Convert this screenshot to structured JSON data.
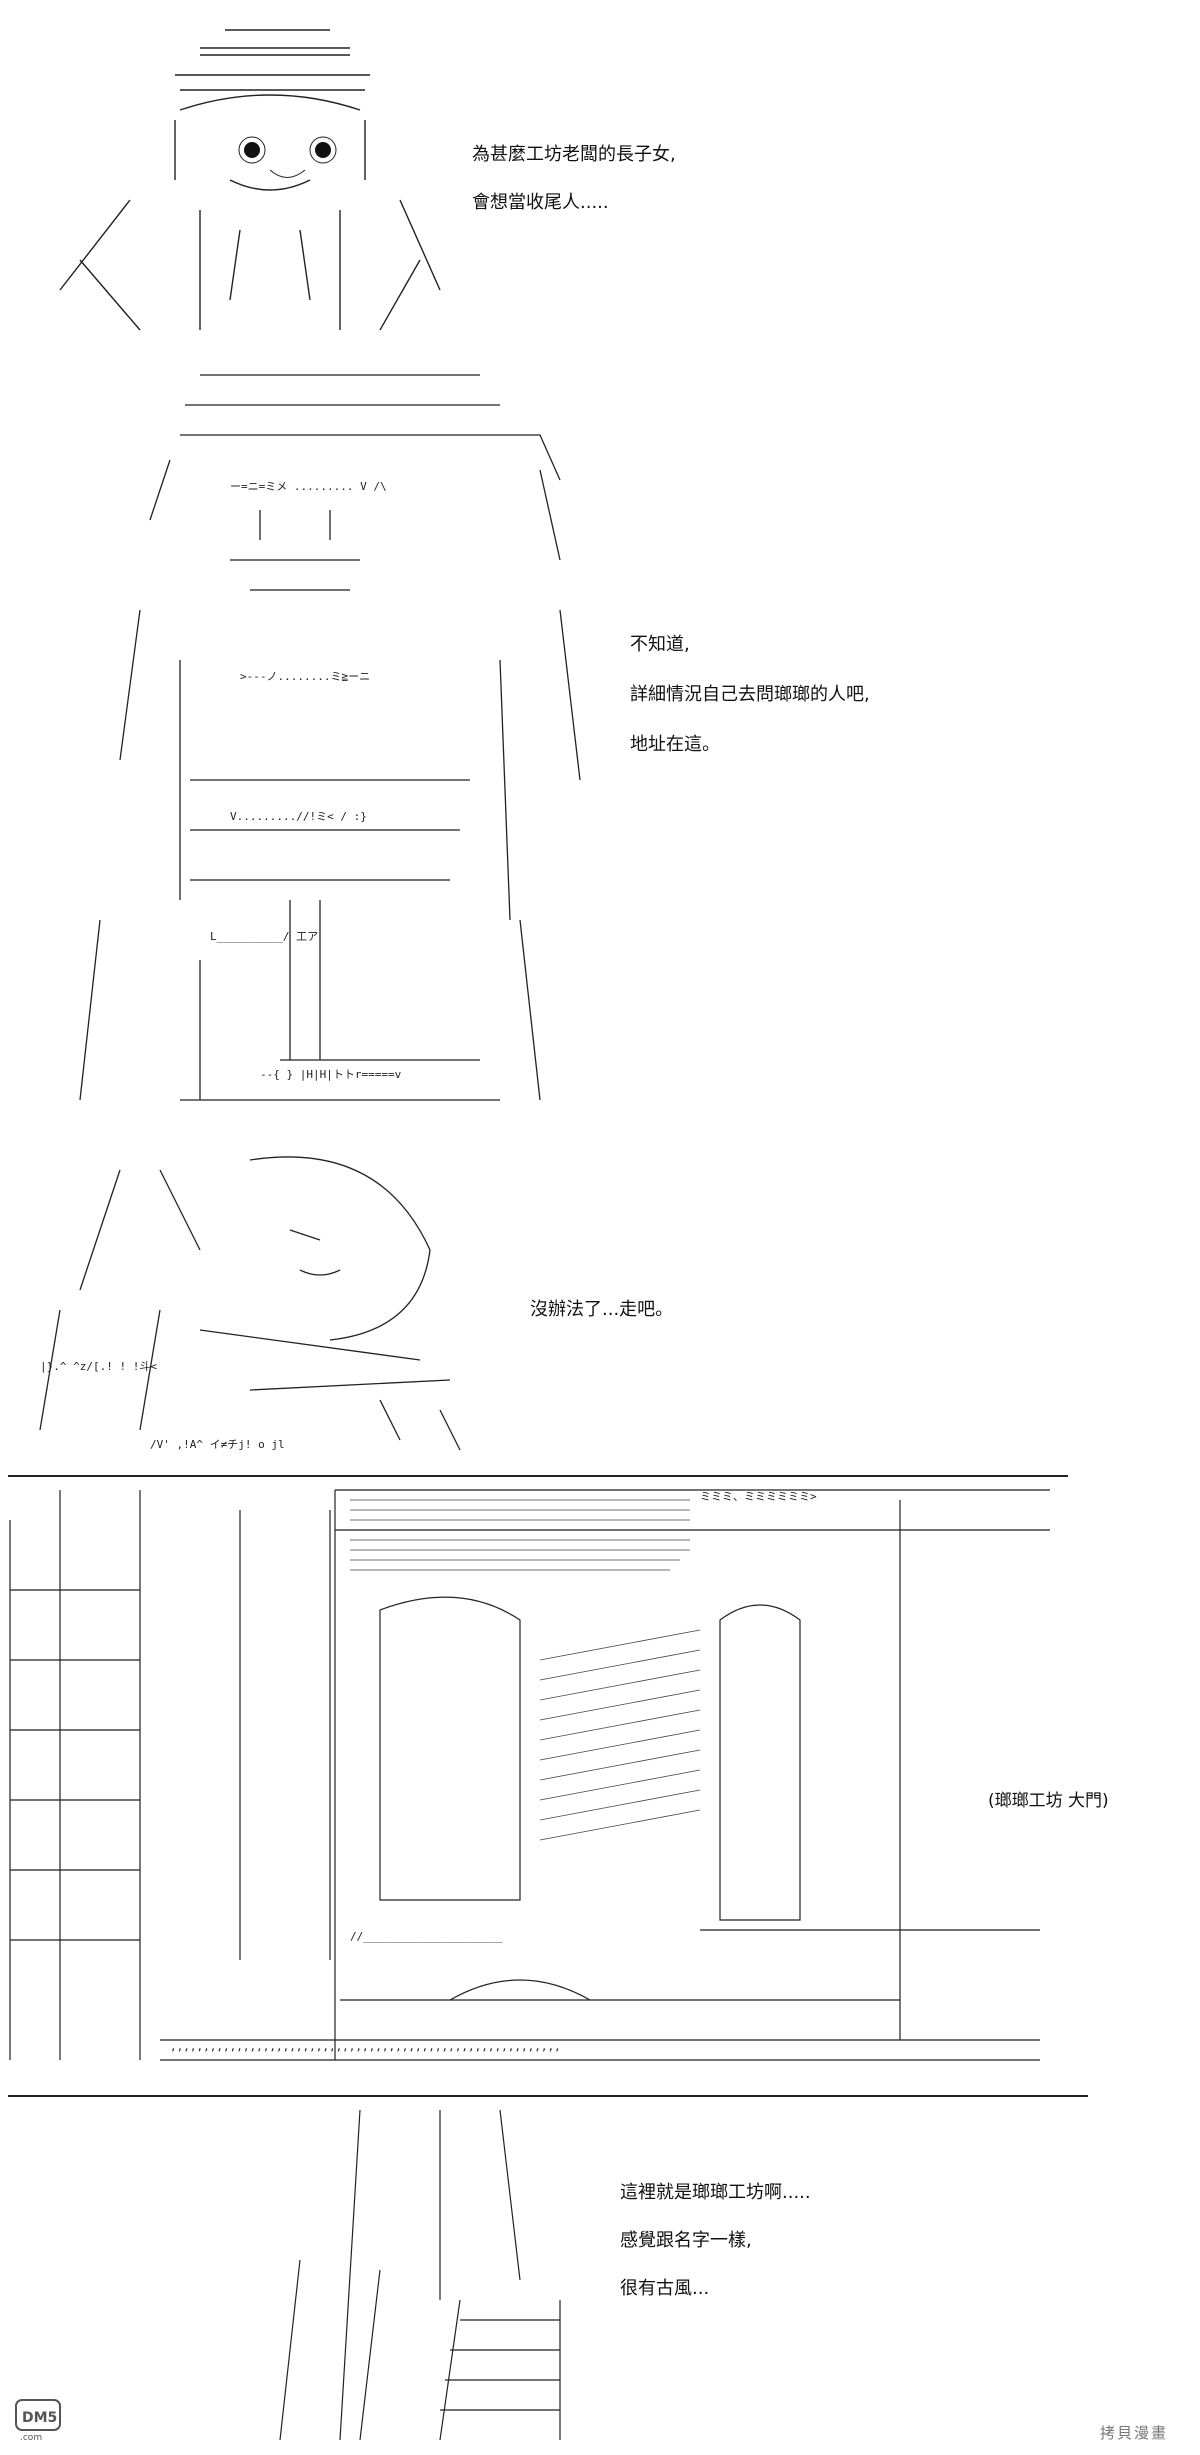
{
  "panels": [
    {
      "lines": [
        "為甚麼工坊老闆的長子女,",
        "會想當收尾人....."
      ]
    },
    {
      "lines": [
        "不知道,",
        "詳細情況自己去問瑯瑯的人吧,",
        "地址在這。"
      ]
    },
    {
      "lines": [
        "沒辦法了...走吧。"
      ]
    },
    {
      "caption": "(瑯瑯工坊  大門)"
    },
    {
      "lines": [
        "這裡就是瑯瑯工坊啊.....",
        "感覺跟名字一樣,",
        "很有古風..."
      ]
    }
  ],
  "watermarks": {
    "left": "DM5.com",
    "right": "拷貝漫畫"
  },
  "colors": {
    "background": "#ffffff",
    "ink": "#111111",
    "watermark": "#777777"
  }
}
